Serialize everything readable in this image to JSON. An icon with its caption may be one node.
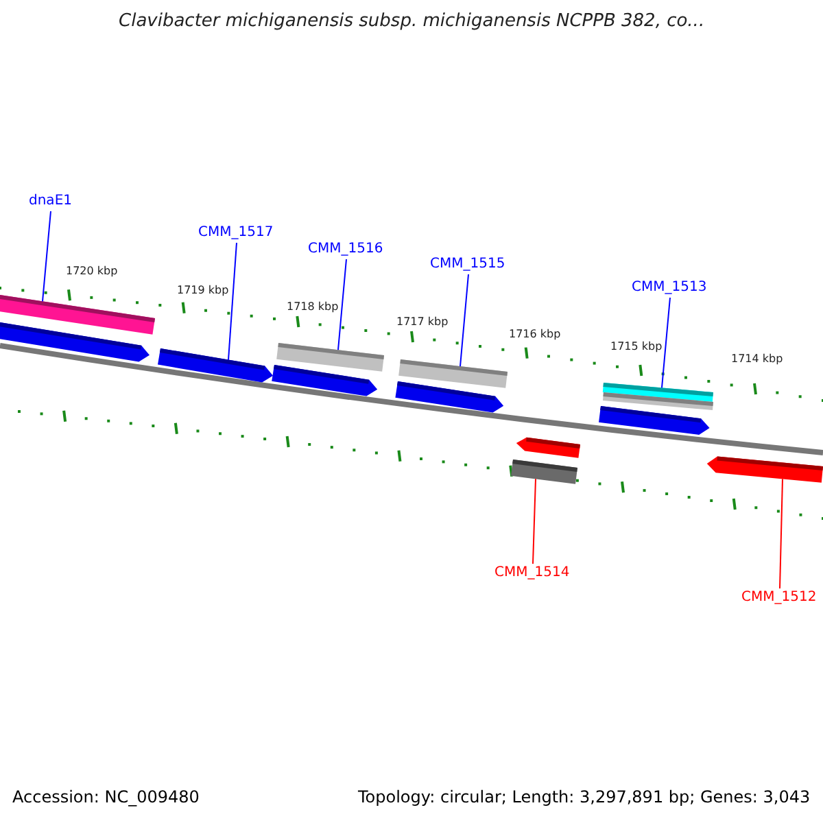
{
  "diagram": {
    "title": "Clavibacter michiganensis subsp. michiganensis NCPPB 382, co...",
    "nodes": [
      {
        "text": [
          "dnaE1"
        ]
      },
      {
        "text": [],
        "shape": "bar"
      },
      {
        "text": [
          "CMM_1517"
        ]
      },
      {
        "text": [],
        "shape": "arrow"
      },
      {
        "text": [
          "CMM_1516"
        ]
      },
      {
        "text": [],
        "shape": "bar"
      },
      {
        "text": [
          "CMM_1515"
        ]
      },
      {
        "text": [],
        "shape": "bar"
      },
      {
        "text": [
          "CMM_1513"
        ]
      },
      {
        "text": [],
        "shape": "bar"
      },
      {
        "text": [
          "CMM_1514"
        ]
      },
      {
        "text": [],
        "shape": "bar"
      },
      {
        "text": [
          "CMM_1512"
        ]
      },
      {
        "text": [],
        "shape": "arrow"
      },
      {
        "text": [],
        "shape": "arrow"
      },
      {
        "text": [],
        "shape": "arrow"
      },
      {
        "text": [],
        "shape": "arrow"
      },
      {
        "text": [],
        "shape": "arrow"
      },
      {
        "text": [],
        "shape": "arrow"
      },
      {
        "text": [],
        "shape": "bar"
      }
    ],
    "edges": [
      {
        "from": 0,
        "to": 1,
        "arrow": "none"
      },
      {
        "from": 2,
        "to": 3,
        "arrow": "none"
      },
      {
        "from": 4,
        "to": 5,
        "arrow": "none"
      },
      {
        "from": 6,
        "to": 7,
        "arrow": "none"
      },
      {
        "from": 8,
        "to": 9,
        "arrow": "none"
      },
      {
        "from": 10,
        "to": 11,
        "arrow": "none",
        "color": "#ff0000"
      },
      {
        "from": 12,
        "to": 13,
        "arrow": "none",
        "color": "#ff0000"
      }
    ],
    "labels": [
      "1720 kbp",
      "1719 kbp",
      "1718 kbp",
      "1717 kbp",
      "1716 kbp",
      "1715 kbp",
      "1714 kbp",
      "Accession: NC_009480",
      "Topology: circular; Length: 3,297,891 bp; Genes: 3,043"
    ]
  }
}
